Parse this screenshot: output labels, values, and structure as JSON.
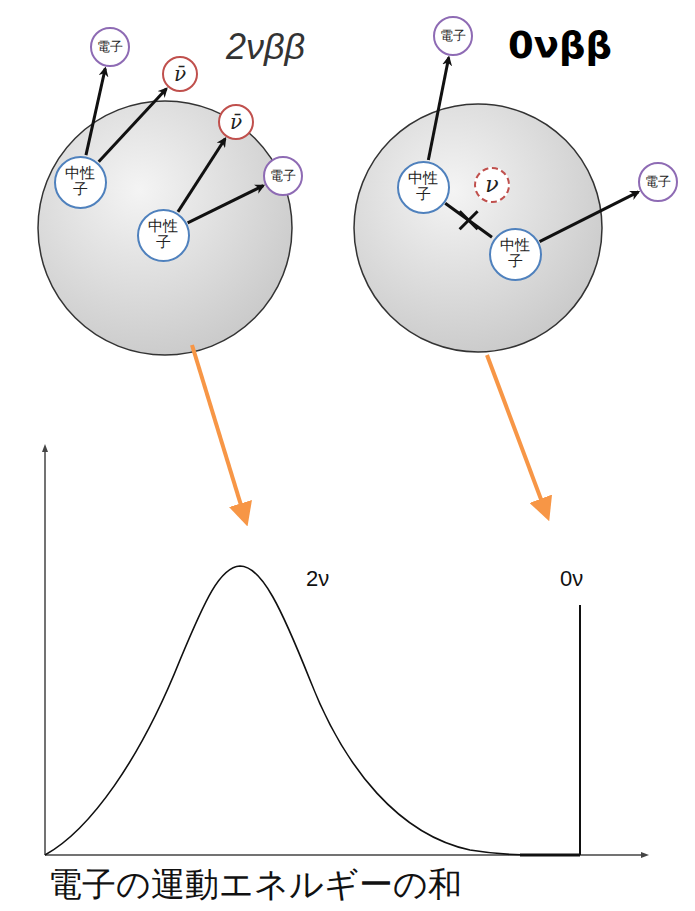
{
  "diagram": {
    "nodes": [
      {
        "text": [
          "電子"
        ]
      },
      {
        "text": [
          "ν̄"
        ]
      },
      {
        "text": [
          "ν̄"
        ]
      },
      {
        "text": [
          "電子"
        ]
      },
      {
        "text": [
          "中性子"
        ]
      },
      {
        "text": [
          "中性子"
        ]
      },
      {
        "text": [
          "電子"
        ]
      },
      {
        "text": [
          "中性子"
        ]
      },
      {
        "text": [
          "ν"
        ]
      },
      {
        "text": [
          "中性子"
        ]
      },
      {
        "text": [
          "電子"
        ]
      }
    ],
    "edges": [
      {
        "from": 4,
        "to": 0,
        "arrow": "to"
      },
      {
        "from": 4,
        "to": 1,
        "arrow": "to"
      },
      {
        "from": 5,
        "to": 2,
        "arrow": "to"
      },
      {
        "from": 5,
        "to": 3,
        "arrow": "to"
      },
      {
        "from": 7,
        "to": 6,
        "arrow": "to"
      },
      {
        "from": 9,
        "to": 10,
        "arrow": "to"
      },
      {
        "from": 7,
        "to": 9,
        "arrow": "none"
      }
    ],
    "labels": [
      "2νββ",
      "0νββ",
      "2ν",
      "0ν",
      "電子の運動エネルギーの和"
    ]
  }
}
